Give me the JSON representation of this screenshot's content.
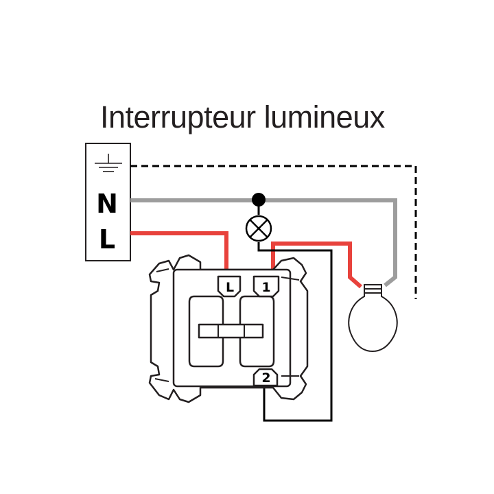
{
  "title": "Interrupteur lumineux",
  "supply_block": {
    "neutral_label": "N",
    "live_label": "L"
  },
  "switch": {
    "terminal_live": "L",
    "terminal_1": "1",
    "terminal_2": "2"
  },
  "colors": {
    "live_wire": "#e8423c",
    "neutral_wire": "#9d9d9d",
    "earth_wire": "#000000",
    "switch_wire": "#000000"
  }
}
